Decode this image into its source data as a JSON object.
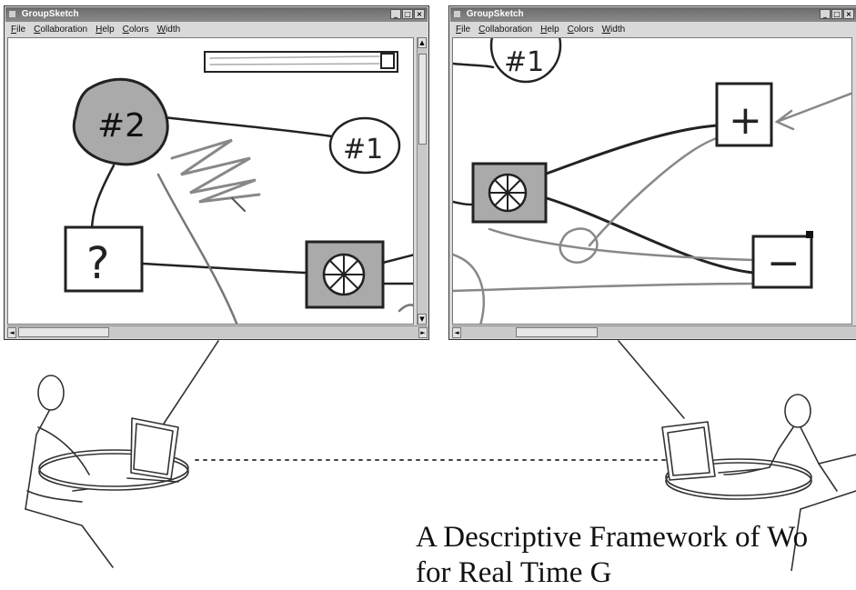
{
  "windows": [
    {
      "title": "GroupSketch",
      "menu": [
        "File",
        "Collaboration",
        "Help",
        "Colors",
        "Width"
      ],
      "controls": [
        "minimize",
        "maximize",
        "close"
      ],
      "sketch_labels": {
        "node_2": "#2",
        "node_1": "#1",
        "question": "?"
      }
    },
    {
      "title": "GroupSketch",
      "menu": [
        "File",
        "Collaboration",
        "Help",
        "Colors",
        "Width"
      ],
      "controls": [
        "minimize",
        "maximize",
        "close"
      ],
      "sketch_labels": {
        "node_1": "#1",
        "plus": "+",
        "minus": "−"
      }
    }
  ],
  "caption": {
    "line1": "A Descriptive Framework of Wo",
    "line2": "for Real Time G"
  },
  "icons": {
    "wheel": "wheel-icon",
    "minimize": "minimize-icon",
    "maximize": "maximize-icon",
    "close": "close-icon"
  }
}
